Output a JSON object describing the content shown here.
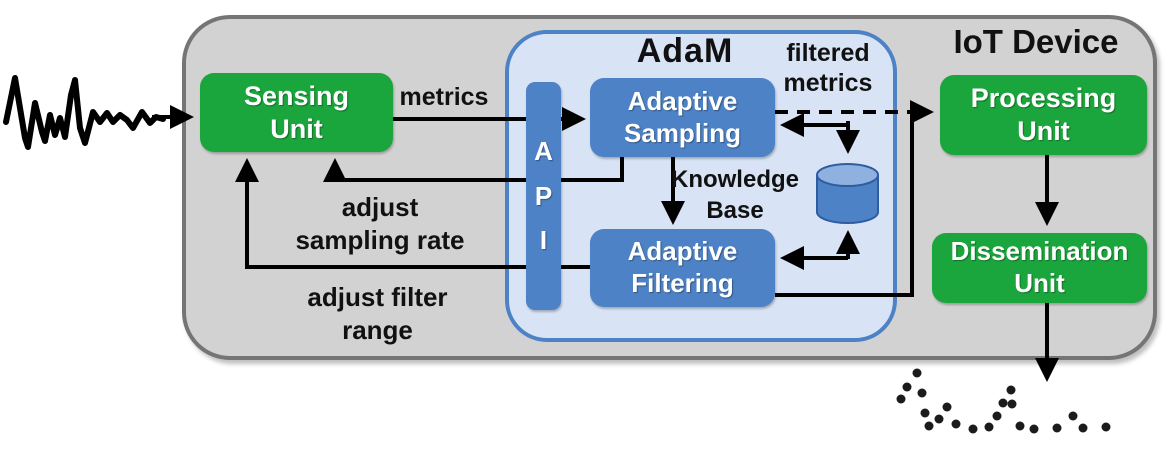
{
  "device_title": "IoT Device",
  "adam": {
    "title": "AdaM",
    "api_letters": [
      "A",
      "P",
      "I"
    ]
  },
  "nodes": {
    "sensing_unit": {
      "line1": "Sensing",
      "line2": "Unit"
    },
    "adaptive_sampling": {
      "line1": "Adaptive",
      "line2": "Sampling"
    },
    "adaptive_filtering": {
      "line1": "Adaptive",
      "line2": "Filtering"
    },
    "processing_unit": {
      "line1": "Processing",
      "line2": "Unit"
    },
    "dissemination_unit": {
      "line1": "Dissemination",
      "line2": "Unit"
    },
    "knowledge_base": {
      "line1": "Knowledge",
      "line2": "Base"
    }
  },
  "edge_labels": {
    "metrics": "metrics",
    "filtered_metrics": {
      "line1": "filtered",
      "line2": "metrics"
    },
    "adjust_sampling": {
      "line1": "adjust",
      "line2": "sampling rate"
    },
    "adjust_filter": {
      "line1": "adjust filter",
      "line2": "range"
    }
  },
  "colors": {
    "unit_green": "#1aa63c",
    "module_blue": "#4d82c6",
    "adam_fill": "#d8e4f5",
    "adam_border": "#4d82c6",
    "device_fill": "#d2d2d2",
    "device_border": "#757575",
    "arrow_black": "#000000"
  }
}
